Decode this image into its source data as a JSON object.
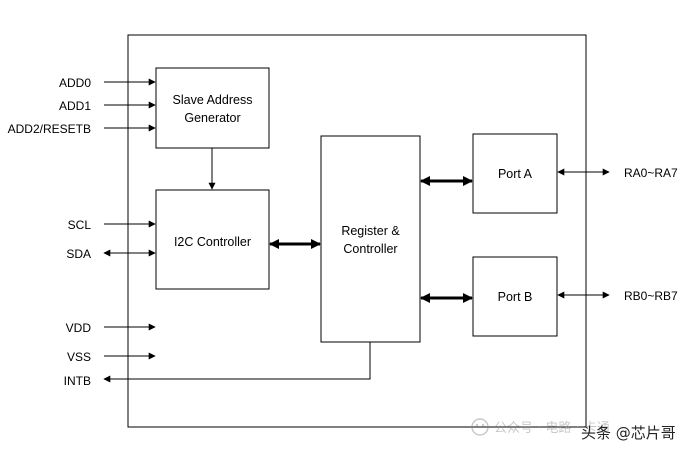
{
  "diagram": {
    "inputs_left": {
      "add0": "ADD0",
      "add1": "ADD1",
      "add2": "ADD2/RESETB",
      "scl": "SCL",
      "sda": "SDA",
      "vdd": "VDD",
      "vss": "VSS",
      "intb": "INTB"
    },
    "blocks": {
      "slave_address_line1": "Slave Address",
      "slave_address_line2": "Generator",
      "i2c_controller": "I2C Controller",
      "register_line1": "Register &",
      "register_line2": "Controller",
      "port_a": "Port A",
      "port_b": "Port B"
    },
    "outputs_right": {
      "port_a_pins": "RA0~RA7",
      "port_b_pins": "RB0~RB7"
    }
  },
  "watermark": {
    "account_text": "公众号 · 电路 · 卡通",
    "author_text": "头条 @芯片哥"
  }
}
